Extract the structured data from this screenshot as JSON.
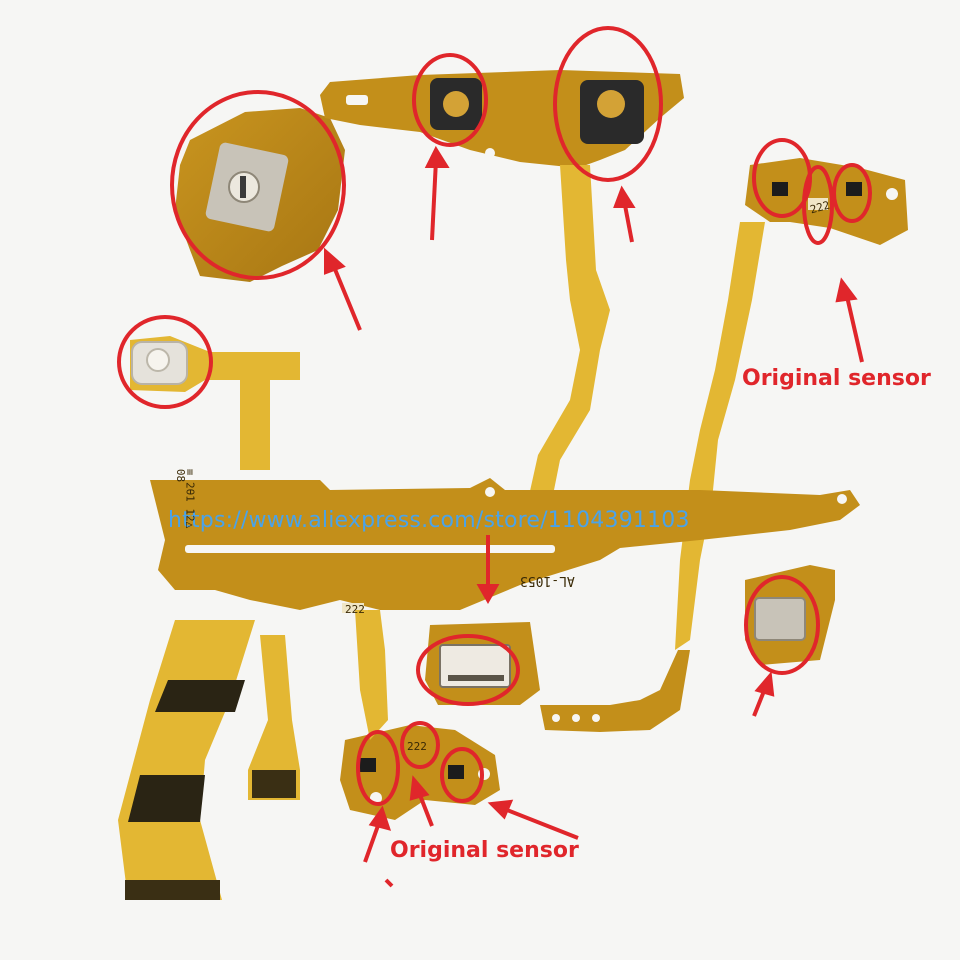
{
  "annotations": {
    "caption_right": "Original sensor",
    "caption_bottom": "Original sensor",
    "accent_color": "#e0262b",
    "flex_color": "#e3b733",
    "copper_color": "#b9891d"
  },
  "watermark": "https://www.aliexpress.com/store/1104391103",
  "pcb_labels": {
    "part_code": "AL-1053",
    "resistor_1": "222",
    "resistor_2": "222",
    "resistor_3": "222",
    "date_code_1": "08",
    "date_code_2": "≡ 2θ1 12△"
  }
}
